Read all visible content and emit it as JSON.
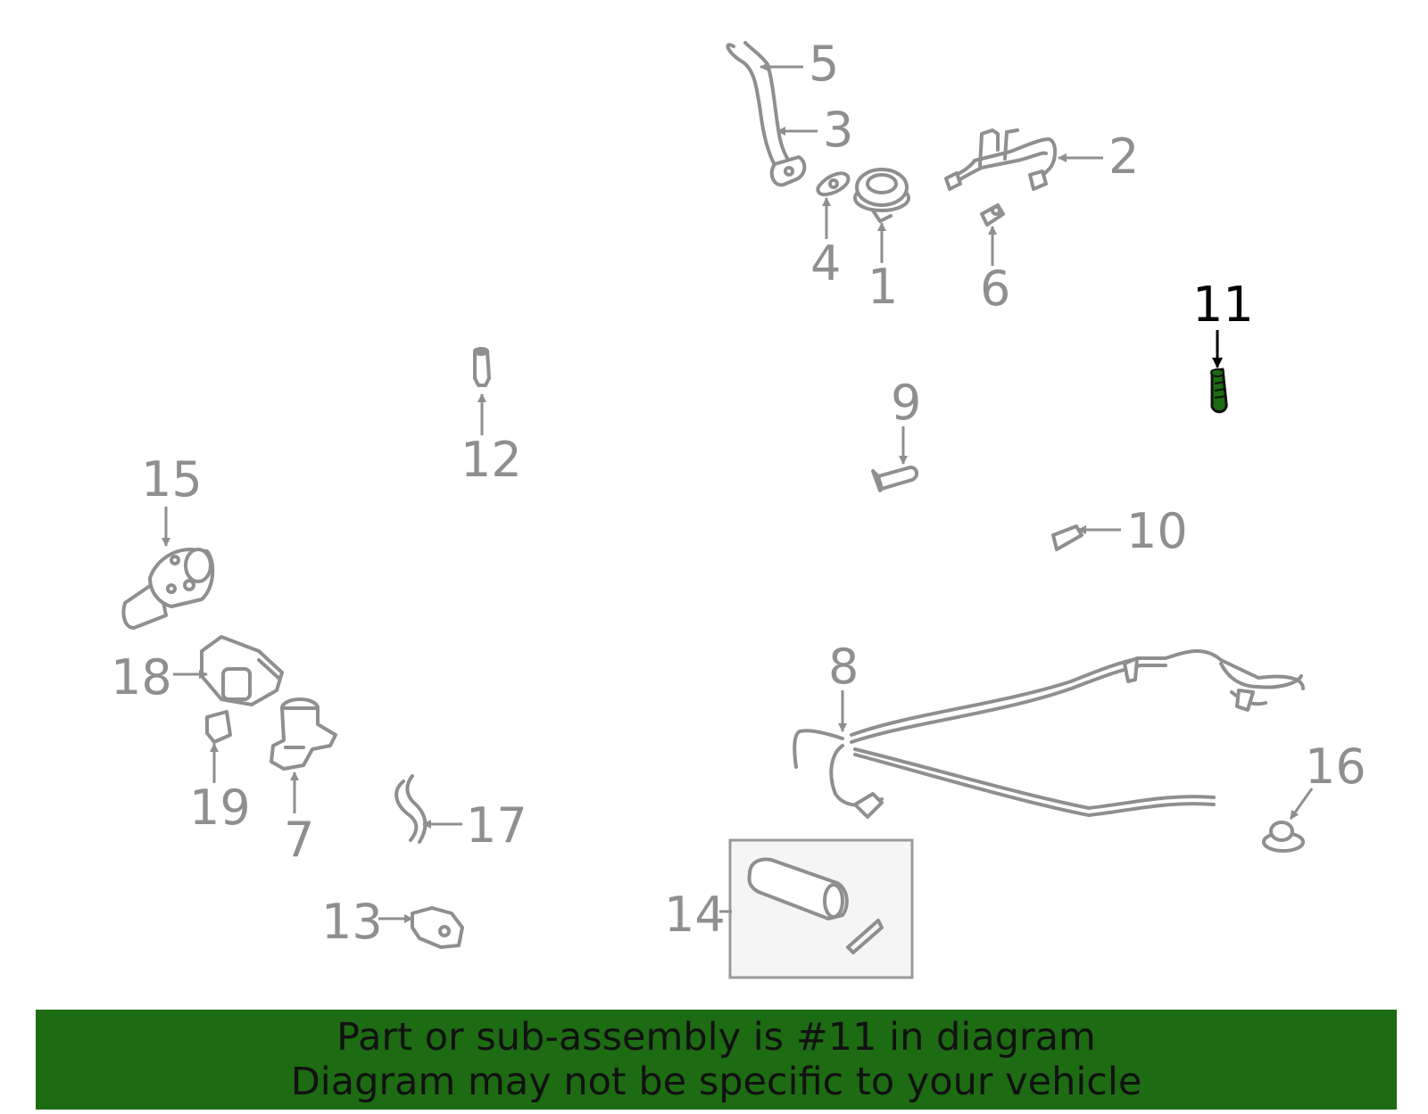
{
  "highlight": {
    "part_number": "11",
    "color": "#1d6b12"
  },
  "callouts": [
    {
      "id": "1",
      "label": "1"
    },
    {
      "id": "2",
      "label": "2"
    },
    {
      "id": "3",
      "label": "3"
    },
    {
      "id": "4",
      "label": "4"
    },
    {
      "id": "5",
      "label": "5"
    },
    {
      "id": "6",
      "label": "6"
    },
    {
      "id": "7",
      "label": "7"
    },
    {
      "id": "8",
      "label": "8"
    },
    {
      "id": "9",
      "label": "9"
    },
    {
      "id": "10",
      "label": "10"
    },
    {
      "id": "11",
      "label": "11"
    },
    {
      "id": "12",
      "label": "12"
    },
    {
      "id": "13",
      "label": "13"
    },
    {
      "id": "14",
      "label": "14"
    },
    {
      "id": "15",
      "label": "15"
    },
    {
      "id": "16",
      "label": "16"
    },
    {
      "id": "17",
      "label": "17"
    },
    {
      "id": "18",
      "label": "18"
    },
    {
      "id": "19",
      "label": "19"
    }
  ],
  "banner": {
    "line1": "Part or sub-assembly is #11 in diagram",
    "line2": "Diagram may not be specific to your vehicle",
    "background": "#1d6b12"
  }
}
